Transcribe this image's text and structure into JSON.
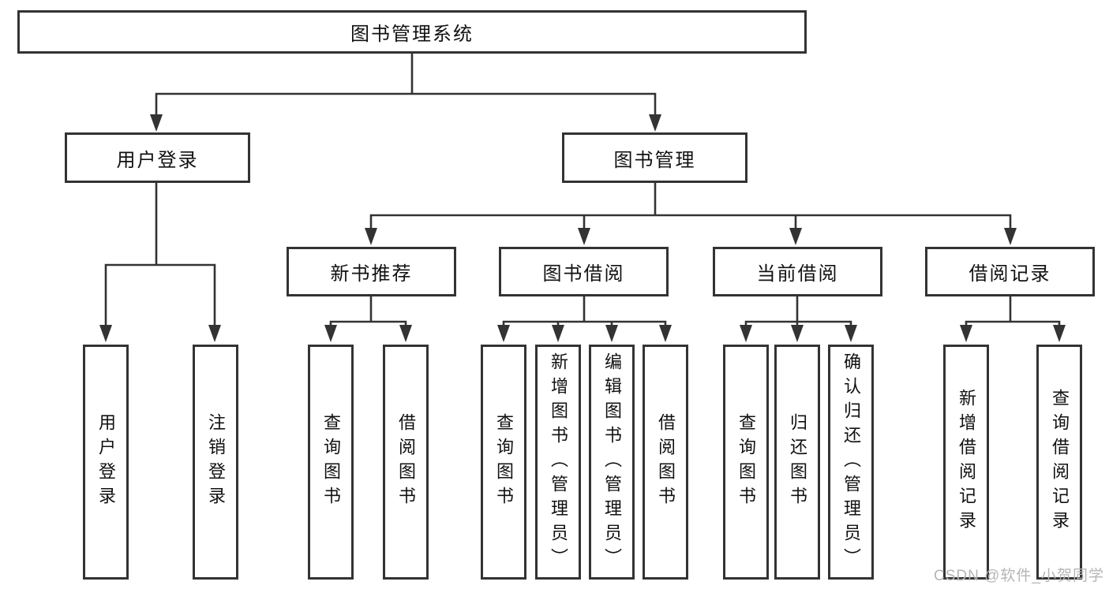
{
  "diagram": {
    "root": {
      "label": "图书管理系统"
    },
    "level2": [
      {
        "label": "用户登录",
        "children": [
          {
            "label": "用户登录"
          },
          {
            "label": "注销登录"
          }
        ]
      },
      {
        "label": "图书管理",
        "children": [
          {
            "label": "新书推荐",
            "children": [
              {
                "label": "查询图书"
              },
              {
                "label": "借阅图书"
              }
            ]
          },
          {
            "label": "图书借阅",
            "children": [
              {
                "label": "查询图书"
              },
              {
                "label": "新增图书（管理员）"
              },
              {
                "label": "编辑图书（管理员）"
              },
              {
                "label": "借阅图书"
              }
            ]
          },
          {
            "label": "当前借阅",
            "children": [
              {
                "label": "查询图书"
              },
              {
                "label": "归还图书"
              },
              {
                "label": "确认归还（管理员）"
              }
            ]
          },
          {
            "label": "借阅记录",
            "children": [
              {
                "label": "新增借阅记录"
              },
              {
                "label": "查询借阅记录"
              }
            ]
          }
        ]
      }
    ]
  },
  "watermark": {
    "text": "CSDN @软件_小贺同学"
  },
  "colors": {
    "line": "#333333",
    "box_border": "#333333",
    "text": "#111111",
    "watermark": "#b5b5b5",
    "background": "#ffffff"
  }
}
